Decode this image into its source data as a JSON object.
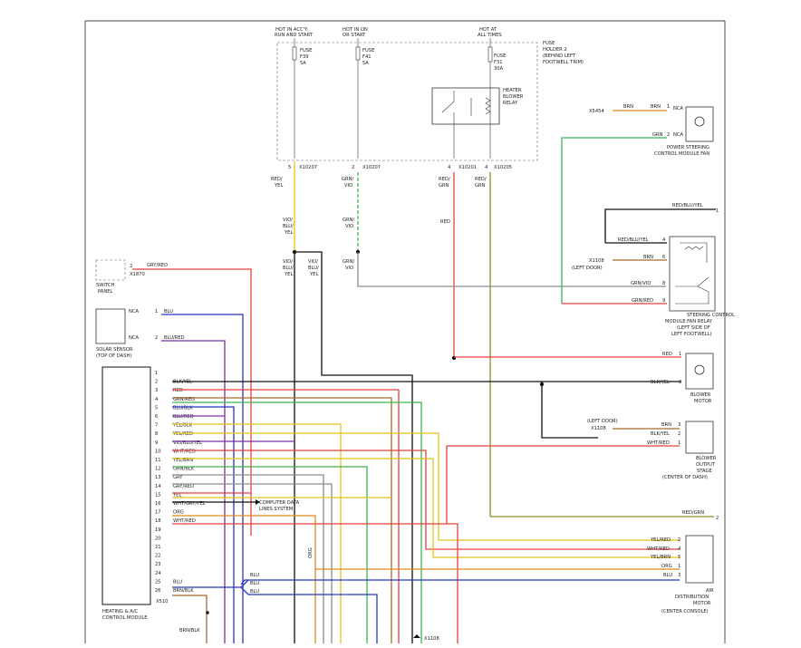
{
  "power": {
    "acc_label_1": "HOT IN ACC'Y,",
    "acc_label_2": "RUN AND START",
    "on_label_1": "HOT IN ON",
    "on_label_2": "OR START",
    "all_label_1": "HOT AT",
    "all_label_2": "ALL TIMES",
    "fuse_word": "FUSE",
    "fuse_f39": "F39",
    "fuse_f39_amp": "5A",
    "fuse_f41": "F41",
    "fuse_f41_amp": "5A",
    "fuse_f31": "F31",
    "fuse_f31_amp": "30A",
    "fuse_holder_1": "FUSE",
    "fuse_holder_2": "HOLDER 2",
    "fuse_holder_3": "(BEHIND LEFT",
    "fuse_holder_4": "FOOTWELL TRIM)",
    "relay_1": "HEATER",
    "relay_2": "BLOWER",
    "relay_3": "RELAY",
    "x10207": "X10207",
    "x10201": "X10201",
    "x10205": "X10205",
    "pin5": "5",
    "pin2": "2",
    "pin4a": "4",
    "pin4b": "4"
  },
  "wires": {
    "red_yel": "RED/",
    "yel": "YEL",
    "grn": "GRN/",
    "vio": "VIO",
    "red": "RED/",
    "grn2": "GRN",
    "red_grn_a": "RED/",
    "grn_a": "GRN",
    "vio_blu_yel_1": "VIO/",
    "vio_blu_yel_2": "BLU/",
    "vio_blu_yel_3": "YEL",
    "grn_vio_1": "GRN/",
    "grn_vio_2": "VIO",
    "red_only": "RED",
    "vio2_1": "VIO/",
    "vio2_2": "BLU/",
    "vio2_3": "YEL",
    "vio3_1": "VIO/",
    "vio3_2": "BLU/",
    "vio3_3": "YEL",
    "grn_vio_b1": "GRN/",
    "grn_vio_b2": "VIO"
  },
  "components": {
    "switch_1": "SWITCH",
    "switch_2": "PANEL",
    "switch_pin": "2",
    "switch_conn": "X1870",
    "switch_wire": "GRY/RED",
    "solar_1": "SOLAR SENSOR",
    "solar_2": "(TOP OF DASH)",
    "solar_nca": "NCA",
    "solar_pin1": "1",
    "solar_blu": "BLU",
    "solar_nca2": "NCA",
    "solar_pin2": "2",
    "solar_blured": "BLU/RED",
    "module_1": "HEATING & A/C",
    "module_2": "CONTROL MODULE",
    "module_conn": "X510",
    "ps_conn": "X5454",
    "ps_wire": "BRN",
    "ps_brn": "BRN",
    "ps_pin1": "1",
    "ps_nca": "NCA",
    "ps_grn": "GRN",
    "ps_pin2": "2",
    "ps_nca2": "NCA",
    "ps_1": "POWER STEERING",
    "ps_2": "CONTROL MODULE FAN",
    "scm_redbluyel_top": "RED/BLU/YEL",
    "scm_one": "1",
    "scm_redbluyel": "RED/BLU/YEL",
    "scm_pin4": "4",
    "scm_x1108": "X1108",
    "scm_leftdoor": "(LEFT DOOR)",
    "scm_brn": "BRN",
    "scm_pin6": "6",
    "scm_grnvio": "GRN/VIO",
    "scm_pin8": "8",
    "scm_grnred": "GRN/RED",
    "scm_pin9": "9",
    "scm_1": "STEERING CONTROL",
    "scm_2": "MODULE FAN RELAY",
    "scm_3": "(LEFT SIDE OF",
    "scm_4": "LEFT FOOTWELL)",
    "bm_red": "RED",
    "bm_pin1": "1",
    "bm_blkyel": "BLK/YEL",
    "bm_pin2": "2",
    "bm_1": "BLOWER",
    "bm_2": "MOTOR",
    "bos_leftdoor": "(LEFT DOOR)",
    "bos_x1108": "X1108",
    "bos_brn": "BRN",
    "bos_pin3": "3",
    "bos_blkyel": "BLK/YEL",
    "bos_pin2": "2",
    "bos_whtred": "WHT/RED",
    "bos_pin1": "1",
    "bos_1": "BLOWER",
    "bos_2": "OUTPUT",
    "bos_3": "STAGE",
    "bos_4": "(CENTER OF DASH)",
    "redgrn": "RED/GRN",
    "redgrn_2": "2",
    "adm_yelred": "YEL/RED",
    "adm_pin2": "2",
    "adm_whtred": "WHT/RED",
    "adm_pin4": "4",
    "adm_yelbrn": "YEL/BRN",
    "adm_pin5": "5",
    "adm_org": "ORG",
    "adm_pin1": "1",
    "adm_blu": "BLU",
    "adm_pin3": "3",
    "adm_1": "AIR",
    "adm_2": "DISTRIBUTION",
    "adm_3": "MOTOR",
    "adm_4": "(CENTER CONSOLE)",
    "databus_1": "COMPUTER DATA",
    "databus_2": "LINES SYSTEM",
    "org_vertical": "ORG",
    "blu_a": "BLU",
    "blu_b": "BLU",
    "blu_c": "BLU",
    "brnblk_bottom": "BRN/BLK",
    "x1108_bottom": "X1108"
  },
  "pins": [
    {
      "n": "1",
      "label": ""
    },
    {
      "n": "2",
      "label": "BLK/YEL"
    },
    {
      "n": "3",
      "label": "RED"
    },
    {
      "n": "4",
      "label": "GRN/RED"
    },
    {
      "n": "5",
      "label": "BLU/BLK"
    },
    {
      "n": "6",
      "label": "BLU/RED"
    },
    {
      "n": "7",
      "label": "YEL/BLK"
    },
    {
      "n": "8",
      "label": "YEL/RED"
    },
    {
      "n": "9",
      "label": "VIO/BLU/YEL"
    },
    {
      "n": "10",
      "label": "WHT/RED"
    },
    {
      "n": "11",
      "label": "YEL/BRN"
    },
    {
      "n": "12",
      "label": "GRN/BLK"
    },
    {
      "n": "13",
      "label": "GRY"
    },
    {
      "n": "14",
      "label": "GRY/RED"
    },
    {
      "n": "15",
      "label": "YEL"
    },
    {
      "n": "16",
      "label": "WHT/GRY/YEL"
    },
    {
      "n": "17",
      "label": "ORG"
    },
    {
      "n": "18",
      "label": "WHT/RED"
    },
    {
      "n": "19",
      "label": ""
    },
    {
      "n": "20",
      "label": ""
    },
    {
      "n": "21",
      "label": ""
    },
    {
      "n": "22",
      "label": ""
    },
    {
      "n": "23",
      "label": ""
    },
    {
      "n": "24",
      "label": ""
    },
    {
      "n": "25",
      "label": "BLU"
    },
    {
      "n": "26",
      "label": "BRN/BLK"
    }
  ],
  "colors": {
    "red": "#e2413a",
    "green": "#3db34a",
    "yellow": "#e4c21a",
    "blue": "#2836c2",
    "violet": "#7b2fa6",
    "brown": "#a86b2a",
    "olive": "#8a8a2a",
    "black": "#111111",
    "gray": "#8c8c8c",
    "orange": "#e08a1e"
  }
}
